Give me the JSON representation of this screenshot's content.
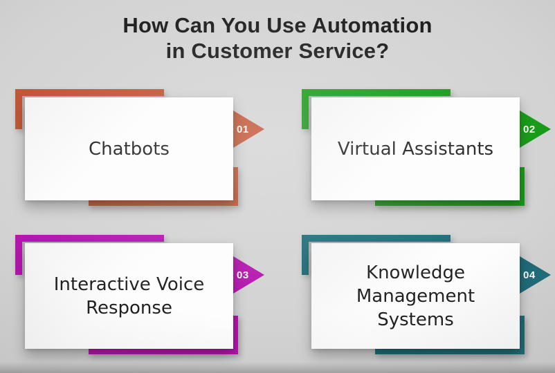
{
  "background_color": "#d4d4d4",
  "title": {
    "line1": "How Can You Use Automation",
    "line2": "in Customer Service?",
    "color": "#141414"
  },
  "cards": [
    {
      "number": "01",
      "label": "Chatbots",
      "accent_color": "#c1512f"
    },
    {
      "number": "02",
      "label": "Virtual Assistants",
      "accent_color": "#129a12"
    },
    {
      "number": "03",
      "label": "Interactive Voice Response",
      "accent_color": "#b611ae"
    },
    {
      "number": "04",
      "label": "Knowledge Management Systems",
      "accent_color": "#1a6a77"
    }
  ]
}
